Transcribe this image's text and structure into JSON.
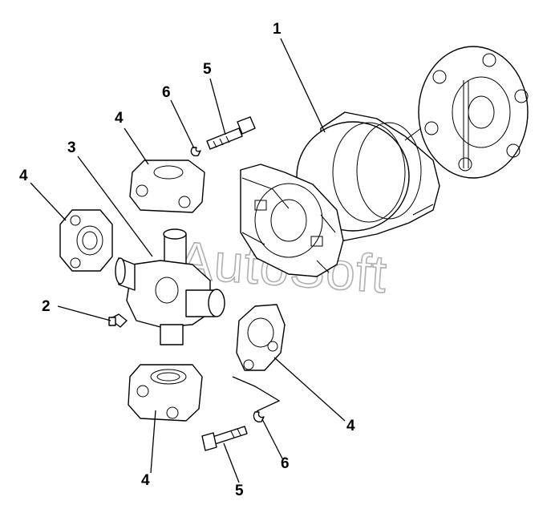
{
  "watermark": "AutoSoft",
  "callouts": {
    "c1": "1",
    "c2": "2",
    "c3": "3",
    "c4a": "4",
    "c4b": "4",
    "c4c": "4",
    "c4d": "4",
    "c5a": "5",
    "c5b": "5",
    "c6a": "6",
    "c6b": "6"
  }
}
